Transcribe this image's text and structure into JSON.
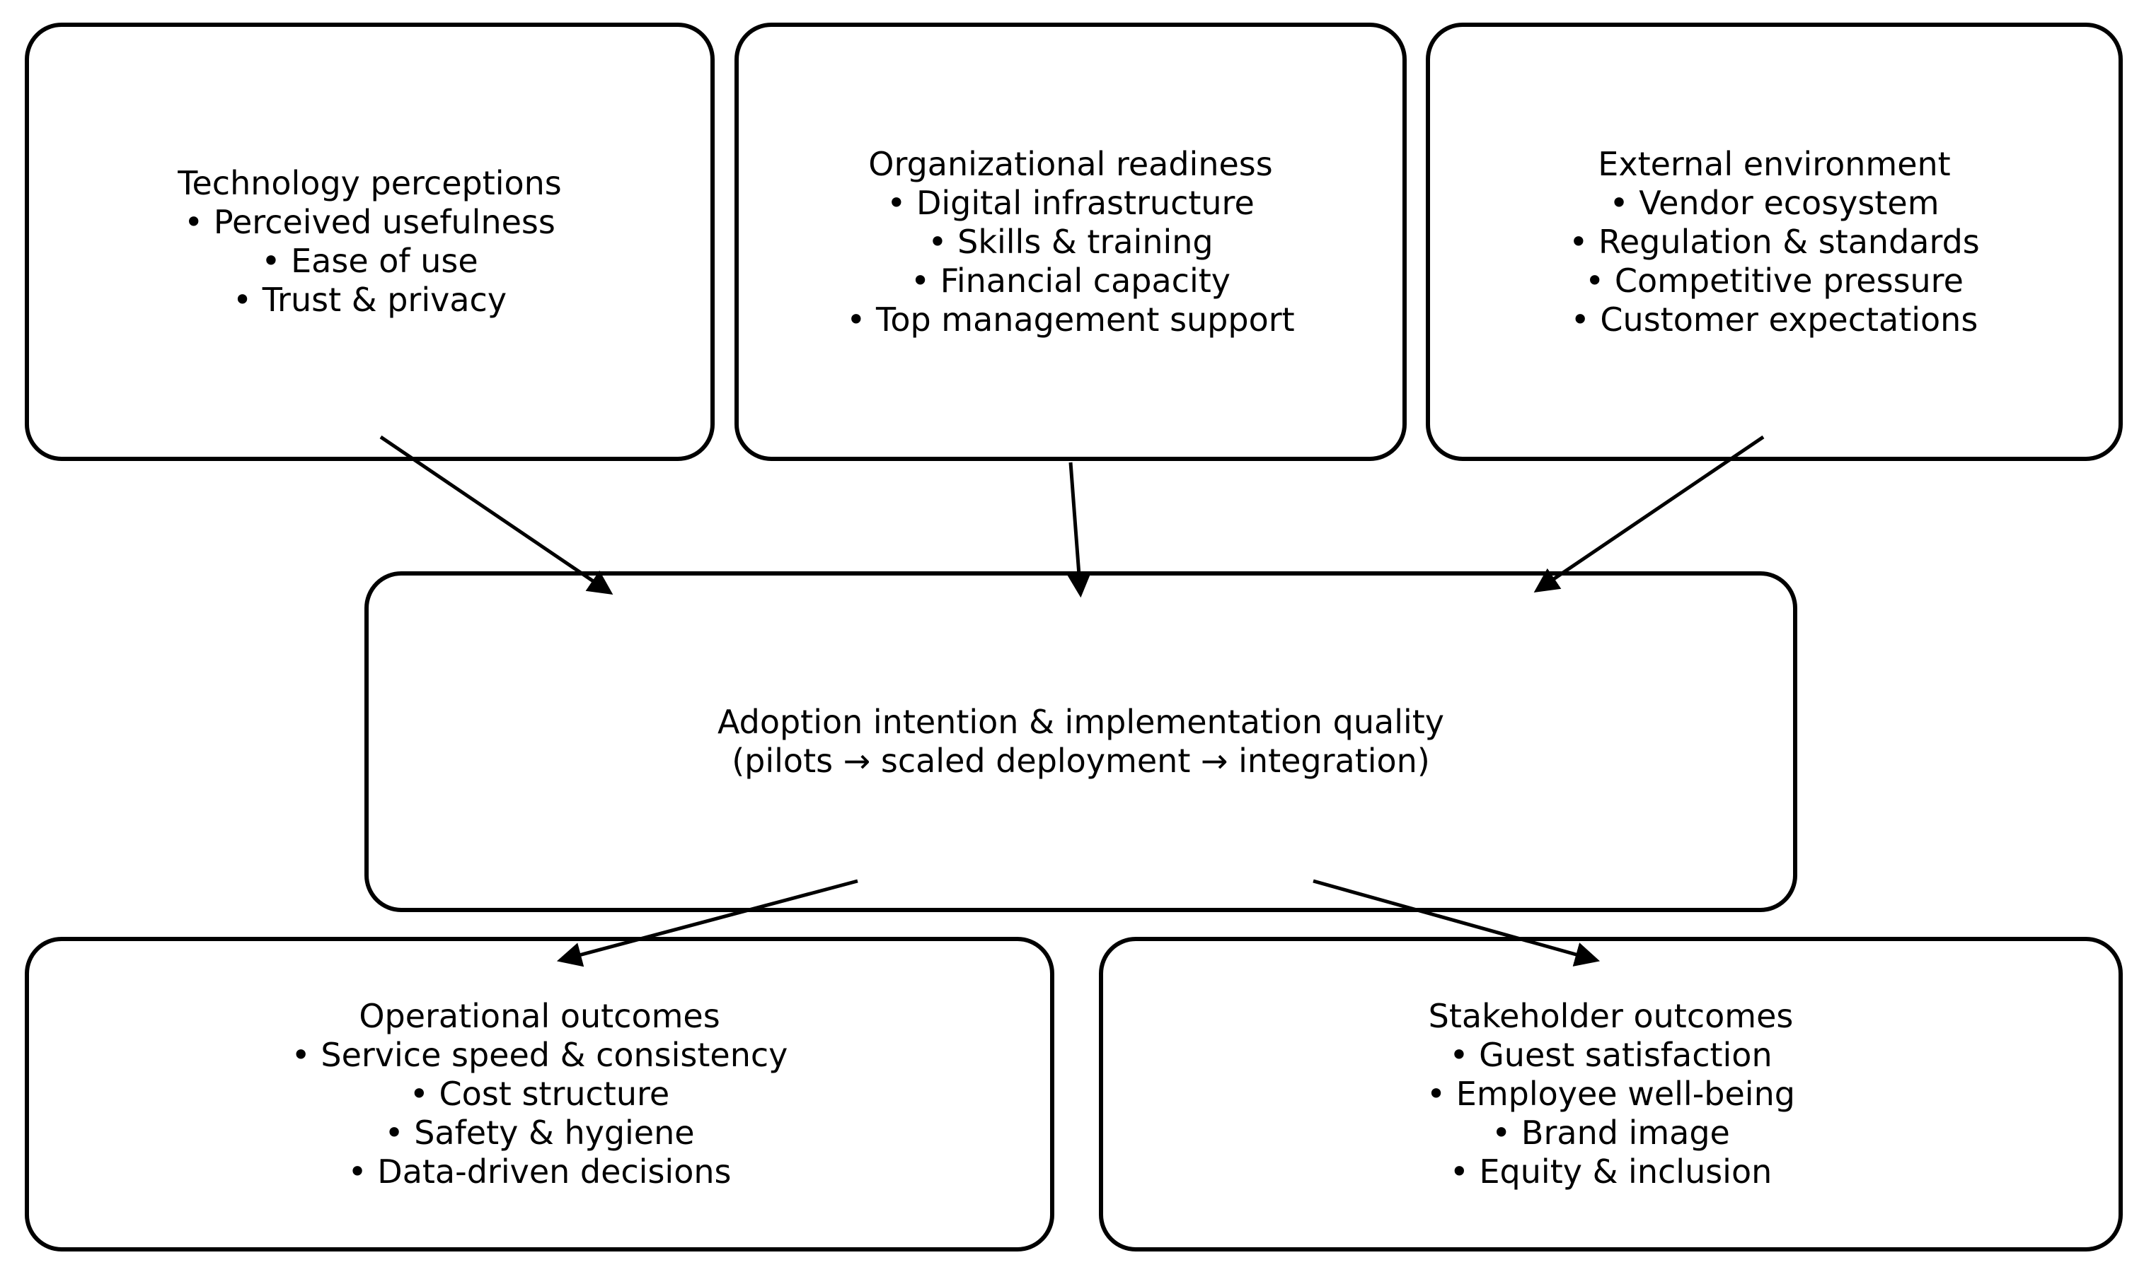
{
  "figure": {
    "background_color": "#ffffff",
    "stroke_color": "#000000",
    "text_color": "#000000"
  },
  "boxes": {
    "technology_perceptions": {
      "title": "Technology perceptions",
      "lines": [
        "• Perceived usefulness",
        "• Ease of use",
        "• Trust & privacy"
      ]
    },
    "organizational_readiness": {
      "title": "Organizational readiness",
      "lines": [
        "• Digital infrastructure",
        "• Skills & training",
        "• Financial capacity",
        "• Top management support"
      ]
    },
    "external_environment": {
      "title": "External environment",
      "lines": [
        "• Vendor ecosystem",
        "• Regulation & standards",
        "• Competitive pressure",
        "• Customer expectations"
      ]
    },
    "adoption": {
      "line1": "Adoption intention & implementation quality",
      "line2": "(pilots → scaled deployment → integration)"
    },
    "operational_outcomes": {
      "title": "Operational outcomes",
      "lines": [
        "• Service speed & consistency",
        "• Cost structure",
        "• Safety & hygiene",
        "• Data-driven decisions"
      ]
    },
    "stakeholder_outcomes": {
      "title": "Stakeholder outcomes",
      "lines": [
        "• Guest satisfaction",
        "• Employee well-being",
        "• Brand image",
        "• Equity & inclusion"
      ]
    }
  },
  "edges": [
    {
      "from": "technology_perceptions",
      "to": "adoption"
    },
    {
      "from": "organizational_readiness",
      "to": "adoption"
    },
    {
      "from": "external_environment",
      "to": "adoption"
    },
    {
      "from": "adoption",
      "to": "operational_outcomes"
    },
    {
      "from": "adoption",
      "to": "stakeholder_outcomes"
    }
  ]
}
